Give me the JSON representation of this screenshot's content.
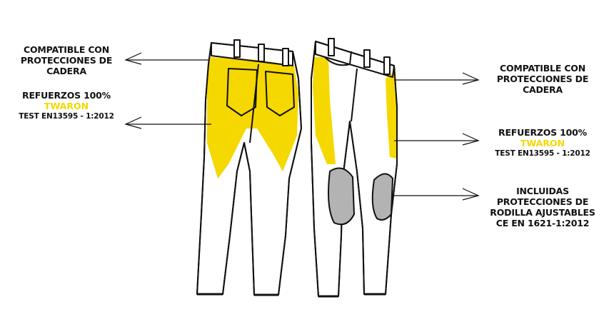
{
  "colors": {
    "accent": "#f5d800",
    "pad": "#b3b3b3",
    "ink": "#111111"
  },
  "left_callouts": {
    "hip": {
      "lines": [
        "COMPATIBLE CON",
        "PROTECCIONES DE",
        "CADERA"
      ]
    },
    "reinforcement": {
      "title": "REFUERZOS 100%",
      "material": "TWARON",
      "test": "TEST EN13595 - 1:2012"
    }
  },
  "right_callouts": {
    "hip": {
      "lines": [
        "COMPATIBLE CON",
        "PROTECCIONES DE",
        "CADERA"
      ]
    },
    "reinforcement": {
      "title": "REFUERZOS 100%",
      "material": "TWARON",
      "test": "TEST EN13595 - 1:2012"
    },
    "knee": {
      "lines": [
        "INCLUIDAS",
        "PROTECCIONES DE",
        "RODILLA AJUSTABLES",
        "CE EN 1621-1:2012"
      ]
    }
  }
}
